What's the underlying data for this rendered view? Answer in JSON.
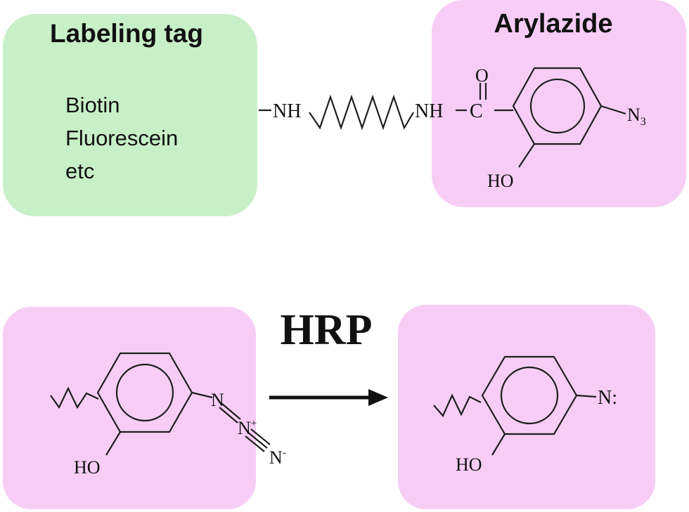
{
  "colors": {
    "tag_box": "#c8f0c8",
    "arylazide_box": "#f7cdf5",
    "stroke": "#1e1e1e",
    "background": "#ffffff"
  },
  "labeling_tag": {
    "title": "Labeling tag",
    "items": [
      "Biotin",
      "Fluorescein",
      "etc"
    ]
  },
  "arylazide": {
    "title": "Arylazide"
  },
  "linker": {
    "left_nh": "NH",
    "right_nh": "NH",
    "carbonyl_o": "O",
    "carbonyl_c": "C",
    "azide": "N",
    "azide_sub": "3",
    "hydroxyl": "HO"
  },
  "reaction": {
    "catalyst": "HRP",
    "reactant": {
      "hydroxyl": "HO",
      "n1": "N",
      "n2": "N",
      "n2_charge": "+",
      "n3": "N",
      "n3_charge": "-"
    },
    "product": {
      "hydroxyl": "HO",
      "nitrene": "N:"
    }
  }
}
